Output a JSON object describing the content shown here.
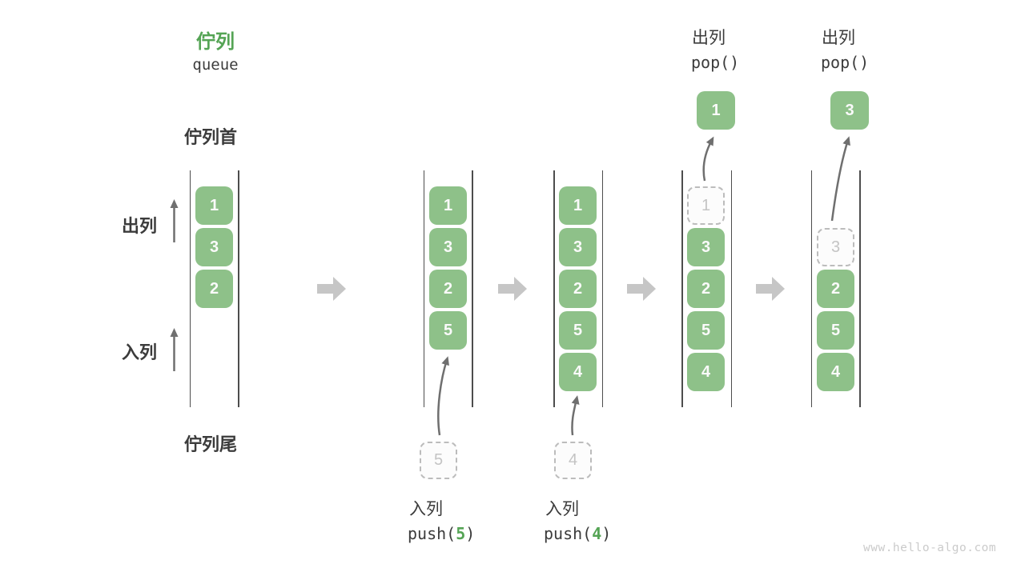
{
  "header": {
    "title_zh": "佇列",
    "title_en": "queue"
  },
  "side_labels": {
    "front": "佇列首",
    "rear": "佇列尾",
    "dequeue": "出列",
    "enqueue": "入列"
  },
  "watermark": "www.hello-algo.com",
  "colors": {
    "accent_green": "#55a455",
    "box_green": "#8ec189",
    "box_text": "#fafafa",
    "dark_text": "#3b3b3b",
    "block_arrow_gray": "#c6c6c6",
    "thin_arrow_gray": "#6f6f6f",
    "dashed_gray": "#bcbcbc"
  },
  "columns": [
    {
      "boxes": [
        "1",
        "3",
        "2"
      ]
    },
    {
      "boxes": [
        "1",
        "3",
        "2",
        "5"
      ],
      "incoming_value": "5",
      "op": {
        "label": "入列",
        "code_pre": "push(",
        "arg": "5",
        "code_post": ")"
      }
    },
    {
      "boxes": [
        "1",
        "3",
        "2",
        "5",
        "4"
      ],
      "incoming_value": "4",
      "op": {
        "label": "入列",
        "code_pre": "push(",
        "arg": "4",
        "code_post": ")"
      }
    },
    {
      "ghost_value": "1",
      "boxes": [
        "3",
        "2",
        "5",
        "4"
      ],
      "popped_value": "1",
      "op": {
        "label": "出列",
        "code": "pop()"
      }
    },
    {
      "ghost_value": "3",
      "boxes": [
        "2",
        "5",
        "4"
      ],
      "popped_value": "3",
      "op": {
        "label": "出列",
        "code": "pop()"
      }
    }
  ]
}
